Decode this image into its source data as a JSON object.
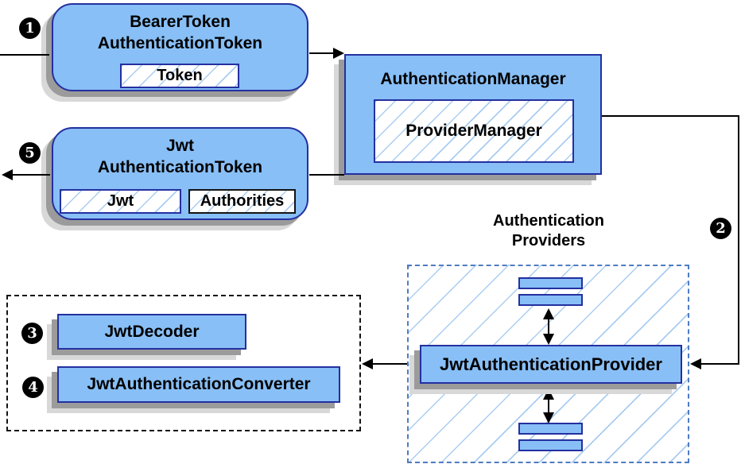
{
  "colors": {
    "canvas_bg": "#ffffff",
    "node_fill": "#88bff6",
    "node_border": "#2430a0",
    "hatch_line": "#a9cdf1",
    "dashed_blue": "#4e7cc2",
    "dashed_black": "#141414",
    "shadow_dark": "#9b9b9b",
    "shadow_light": "#d8d8d8",
    "arrow": "#000000",
    "badge_bg": "#000000",
    "badge_text": "#ffffff",
    "text": "#000000"
  },
  "nodes": {
    "bearer_token": {
      "title_line1": "BearerToken",
      "title_line2": "AuthenticationToken",
      "field_token": "Token"
    },
    "authentication_manager": {
      "title": "AuthenticationManager",
      "field_provider_manager": "ProviderManager"
    },
    "jwt_authentication_token": {
      "title_line1": "Jwt",
      "title_line2": "AuthenticationToken",
      "field_jwt": "Jwt",
      "field_authorities": "Authorities"
    },
    "providers_group": {
      "label_line1": "Authentication",
      "label_line2": "Providers",
      "provider_box": "JwtAuthenticationProvider"
    },
    "decoder_group": {
      "decoder_box": "JwtDecoder",
      "converter_box": "JwtAuthenticationConverter"
    }
  },
  "steps": {
    "step1": "1",
    "step2": "2",
    "step3": "3",
    "step4": "4",
    "step5": "5"
  }
}
